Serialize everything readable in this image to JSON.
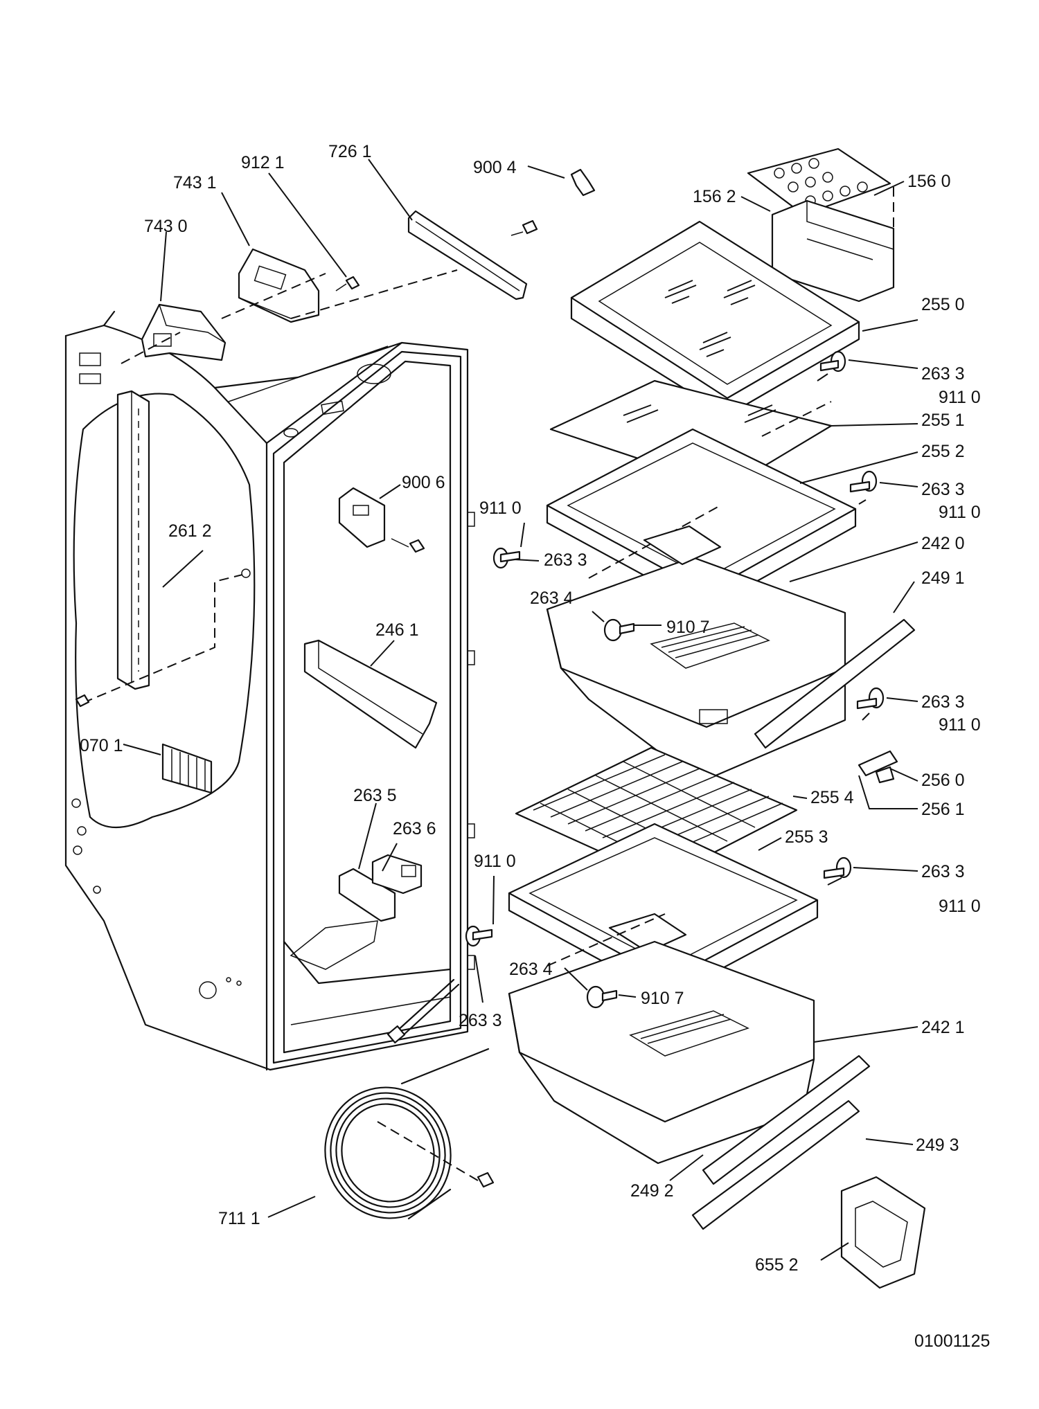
{
  "drawing_code": "01001125",
  "callouts": [
    {
      "id": "c1560",
      "text": "156 0"
    },
    {
      "id": "c1562",
      "text": "156 2"
    },
    {
      "id": "c9004",
      "text": "900 4"
    },
    {
      "id": "c7261",
      "text": "726 1"
    },
    {
      "id": "c9121",
      "text": "912 1"
    },
    {
      "id": "c7431",
      "text": "743 1"
    },
    {
      "id": "c7430",
      "text": "743 0"
    },
    {
      "id": "c2550",
      "text": "255 0"
    },
    {
      "id": "c2633a",
      "text": "263 3"
    },
    {
      "id": "c9110a",
      "text": "911 0"
    },
    {
      "id": "c2551",
      "text": "255 1"
    },
    {
      "id": "c2552",
      "text": "255 2"
    },
    {
      "id": "c2633b",
      "text": "263 3"
    },
    {
      "id": "c9110b",
      "text": "911  0"
    },
    {
      "id": "c9006",
      "text": "900 6"
    },
    {
      "id": "c9110c",
      "text": "911 0"
    },
    {
      "id": "c2633c",
      "text": "263 3"
    },
    {
      "id": "c2420",
      "text": "242 0"
    },
    {
      "id": "c2612",
      "text": "261 2"
    },
    {
      "id": "c2634a",
      "text": "263 4"
    },
    {
      "id": "c9107a",
      "text": "910 7"
    },
    {
      "id": "c2491",
      "text": "249 1"
    },
    {
      "id": "c2461",
      "text": "246 1"
    },
    {
      "id": "c2633d",
      "text": "263 3"
    },
    {
      "id": "c9110d",
      "text": "911  0"
    },
    {
      "id": "c0701",
      "text": "070 1"
    },
    {
      "id": "c2560",
      "text": "256 0"
    },
    {
      "id": "c2635",
      "text": "263 5"
    },
    {
      "id": "c2554",
      "text": "255 4"
    },
    {
      "id": "c2561",
      "text": "256 1"
    },
    {
      "id": "c2636",
      "text": "263 6"
    },
    {
      "id": "c2553",
      "text": "255 3"
    },
    {
      "id": "c9110e",
      "text": "911 0"
    },
    {
      "id": "c2633e",
      "text": "263 3"
    },
    {
      "id": "c9110f",
      "text": "911  0"
    },
    {
      "id": "c2634b",
      "text": "263 4"
    },
    {
      "id": "c9107b",
      "text": "910 7"
    },
    {
      "id": "c2633f",
      "text": "263 3"
    },
    {
      "id": "c2421",
      "text": "242 1"
    },
    {
      "id": "c2493",
      "text": "249 3"
    },
    {
      "id": "c2492",
      "text": "249 2"
    },
    {
      "id": "c7111",
      "text": "711  1"
    },
    {
      "id": "c6552",
      "text": "655 2"
    }
  ]
}
